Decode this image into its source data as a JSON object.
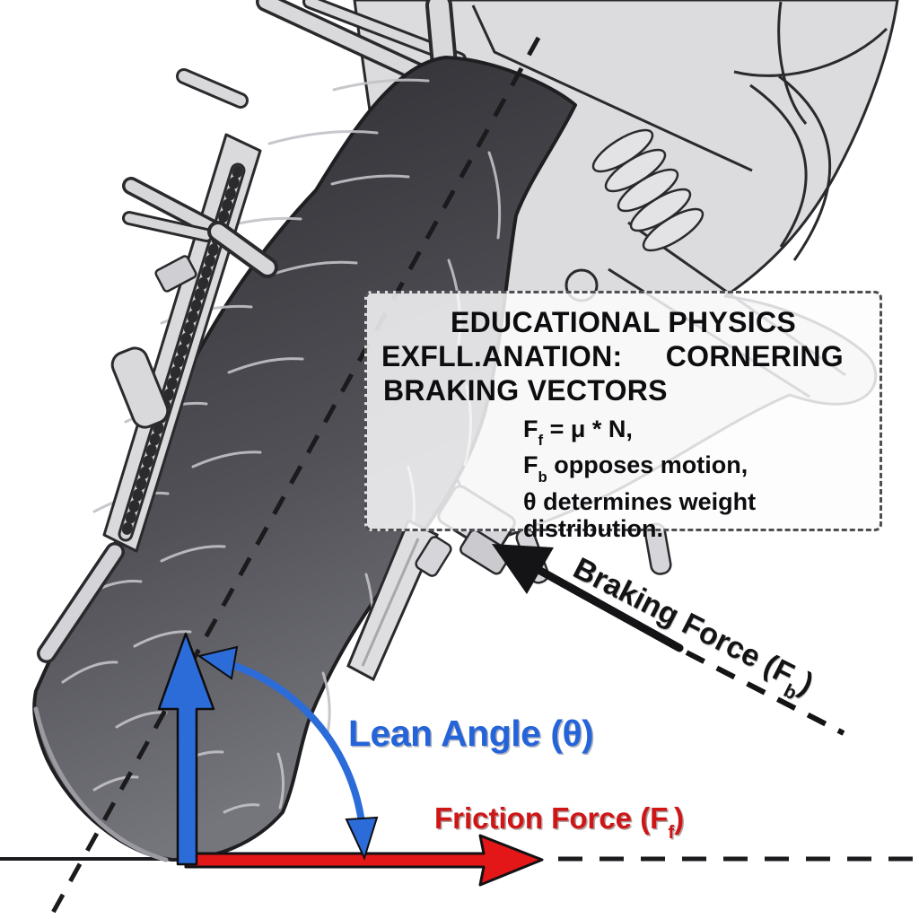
{
  "info_box": {
    "heading_line1": "EDUCATIONAL PHYSICS",
    "heading_line2_left": "EXFLL.ANATION:",
    "heading_line2_right": "CORNERING",
    "heading_line3": "BRAKING VECTORS",
    "eq1": {
      "pre": "F",
      "sub": "f",
      "post": " = μ * N,"
    },
    "eq2": {
      "pre": "F",
      "sub": "b",
      "post": " opposes motion,"
    },
    "eq3": "θ determines weight",
    "eq4": "distribution."
  },
  "labels": {
    "lean_angle": "Lean Angle (θ)",
    "friction_pre": "Friction Force (F",
    "friction_sub": "f",
    "friction_post": ")",
    "braking_pre": "Braking Force (F",
    "braking_sub": "b",
    "braking_post": ")"
  },
  "colors": {
    "lean_text_blue": "#2464d8",
    "arrow_blue": "#2b6cd9",
    "friction_text_red": "#cf1616",
    "arrow_red": "#e31717",
    "braking_black": "#141416",
    "box_border_gray": "#4f4f53",
    "tire_dark": "#39393e",
    "body_gray": "#dcdcdf"
  }
}
